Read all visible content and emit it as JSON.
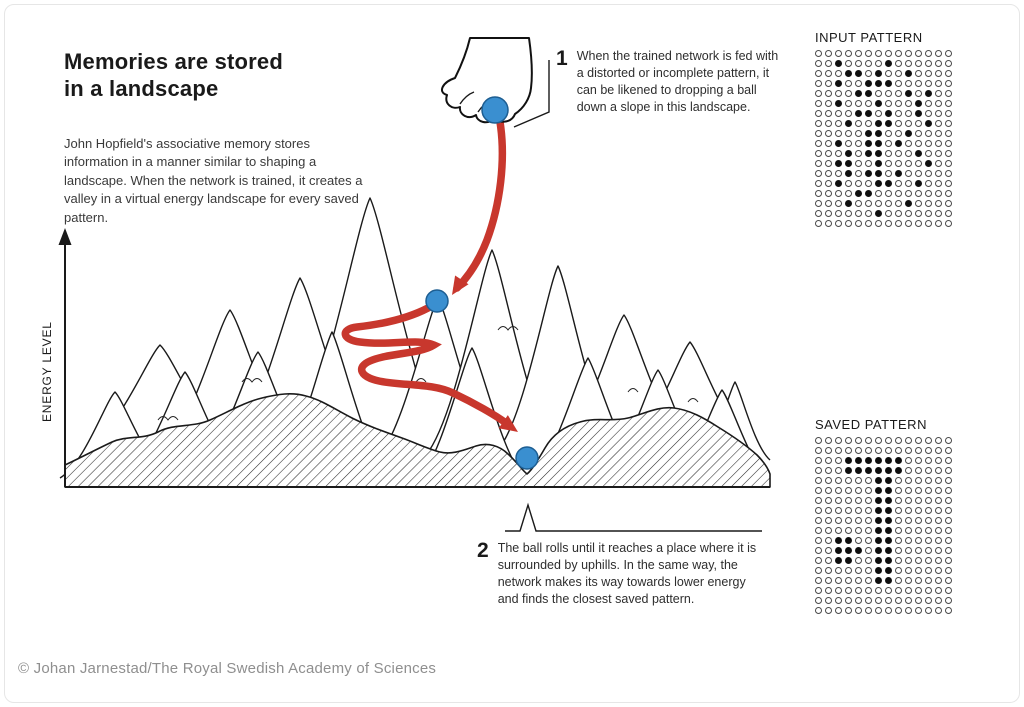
{
  "title": {
    "line1": "Memories are stored",
    "line2": "in a landscape"
  },
  "intro": "John Hopfield's associative memory stores information in a manner similar to shaping a landscape. When the network is trained, it creates a valley in a virtual energy landscape for every saved pattern.",
  "axis": {
    "label": "ENERGY LEVEL"
  },
  "steps": [
    {
      "number": "1",
      "text": "When the trained network is fed with a distorted or incomplete pattern, it can be likened to dropping a ball down a slope in this landscape."
    },
    {
      "number": "2",
      "text": "The ball rolls until it reaches a place where it is surrounded by uphills. In the same way, the network makes its way towards lower energy and finds the closest saved pattern."
    }
  ],
  "patterns": {
    "input": {
      "label": "INPUT PATTERN",
      "grid": [
        "OOOOOOOOOOOOOO",
        "OOXOOOOXOOOOOO",
        "OOOXXOXOOXOOOO",
        "OOXOOXXXOOOOOO",
        "OOOOXXOOOXOXOO",
        "OOXOOOXOOOXOOO",
        "OOOOXXOXOOXOOO",
        "OOOXOOXXOOOXOO",
        "OOOOOXXOOXOOOO",
        "OOXOOXXOXOOOOO",
        "OOOXOXXOOOXOOO",
        "OOXXOOXOOOOXOO",
        "OOOXOXXOXOOOOO",
        "OOXOOOXXOOXOOO",
        "OOOOXXOOOOOOOO",
        "OOOXOOOOOXOOOO",
        "OOOOOOXOOOOOOO",
        "OOOOOOOOOOOOOO"
      ]
    },
    "saved": {
      "label": "SAVED PATTERN",
      "grid": [
        "OOOOOOOOOOOOOO",
        "OOOOOOOOOOOOOO",
        "OOOXXXXXXOOOOO",
        "OOOXXXXXXOOOOO",
        "OOOOOOXXOOOOOO",
        "OOOOOOXXOOOOOO",
        "OOOOOOXXOOOOOO",
        "OOOOOOXXOOOOOO",
        "OOOOOOXXOOOOOO",
        "OOOOOOXXOOOOOO",
        "OOXXOOXXOOOOOO",
        "OOXXXOXXOOOOOO",
        "OOXXOOXXOOOOOO",
        "OOOOOOXXOOOOOO",
        "OOOOOOXXOOOOOO",
        "OOOOOOOOOOOOOO",
        "OOOOOOOOOOOOOO",
        "OOOOOOOOOOOOOO"
      ]
    }
  },
  "credit": "© Johan Jarnestad/The Royal Swedish Academy of Sciences",
  "colors": {
    "arrow_red": "#c8372d",
    "ball_blue": "#3a8fd0",
    "ink": "#1a1a1a"
  }
}
